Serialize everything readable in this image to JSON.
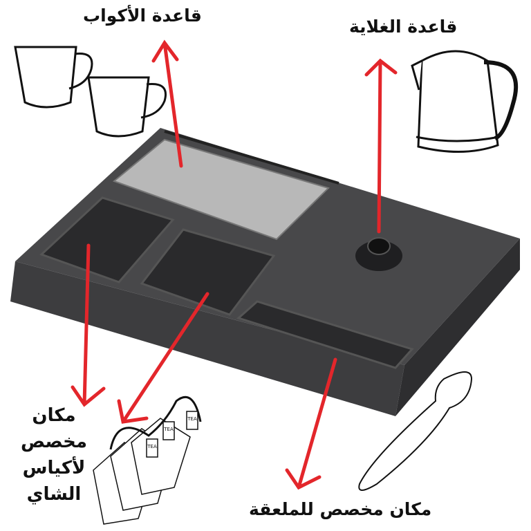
{
  "labels": {
    "cups_base": "قاعدة الأكواب",
    "kettle_base": "قاعدة الغلاية",
    "tea_bags_lines": [
      "مكان",
      "مخصص",
      "لأكياس",
      "الشاي"
    ],
    "spoon_place": "مكان مخصص للملعقة"
  },
  "tea_tag_text": "TEA",
  "colors": {
    "arrow": "#e3262b",
    "tray": "#3a3a3c",
    "grate": "#b8b8b8"
  }
}
